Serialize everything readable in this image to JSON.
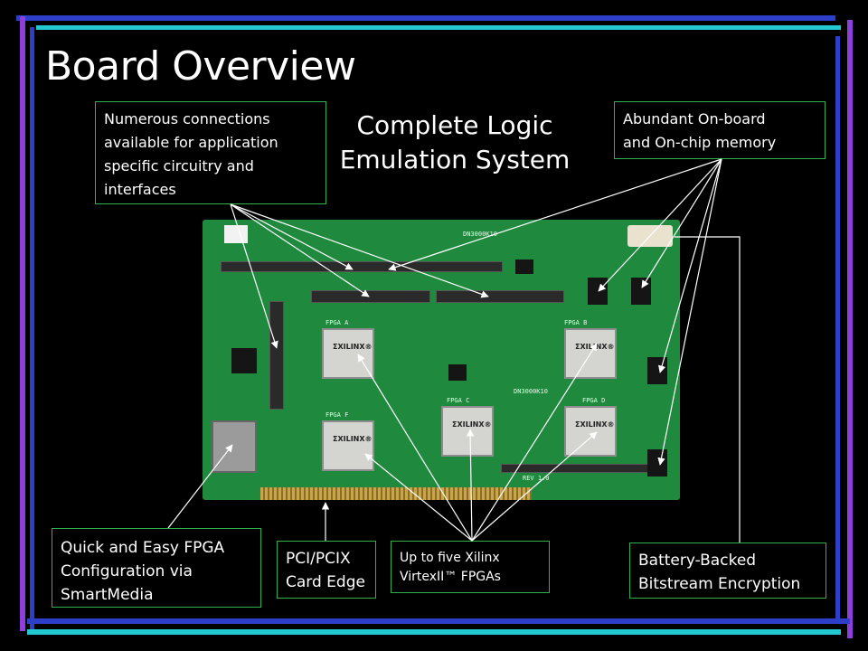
{
  "slide": {
    "title": "Board Overview",
    "subtitle": [
      "Complete Logic",
      "Emulation System"
    ]
  },
  "callouts": {
    "connections": [
      "Numerous connections",
      "available for application",
      "specific circuitry and",
      "interfaces"
    ],
    "memory": [
      "Abundant On-board",
      "and On-chip memory"
    ],
    "smartmedia": [
      "Quick and Easy FPGA",
      "Configuration via",
      "SmartMedia"
    ],
    "card_edge": [
      "PCI/PCIX",
      "Card Edge"
    ],
    "fpgas": [
      "Up to five Xilinx",
      "VirtexII™ FPGAs"
    ],
    "battery": [
      "Battery-Backed",
      "Bitstream Encryption"
    ]
  },
  "board": {
    "chip_logo": "ΣXILINX®",
    "silkscreen": [
      "DN3000K10",
      "DN3000K10",
      "FPGA A",
      "FPGA B",
      "FPGA C",
      "FPGA D",
      "FPGA F",
      "REV 1.0"
    ]
  },
  "colors": {
    "background": "#000000",
    "callout_border": "#2fb14b",
    "accent_blue": "#2f44d0",
    "accent_cyan": "#1fc6cf",
    "accent_purple": "#8a3fd8",
    "board_green": "#1f8a3e"
  }
}
